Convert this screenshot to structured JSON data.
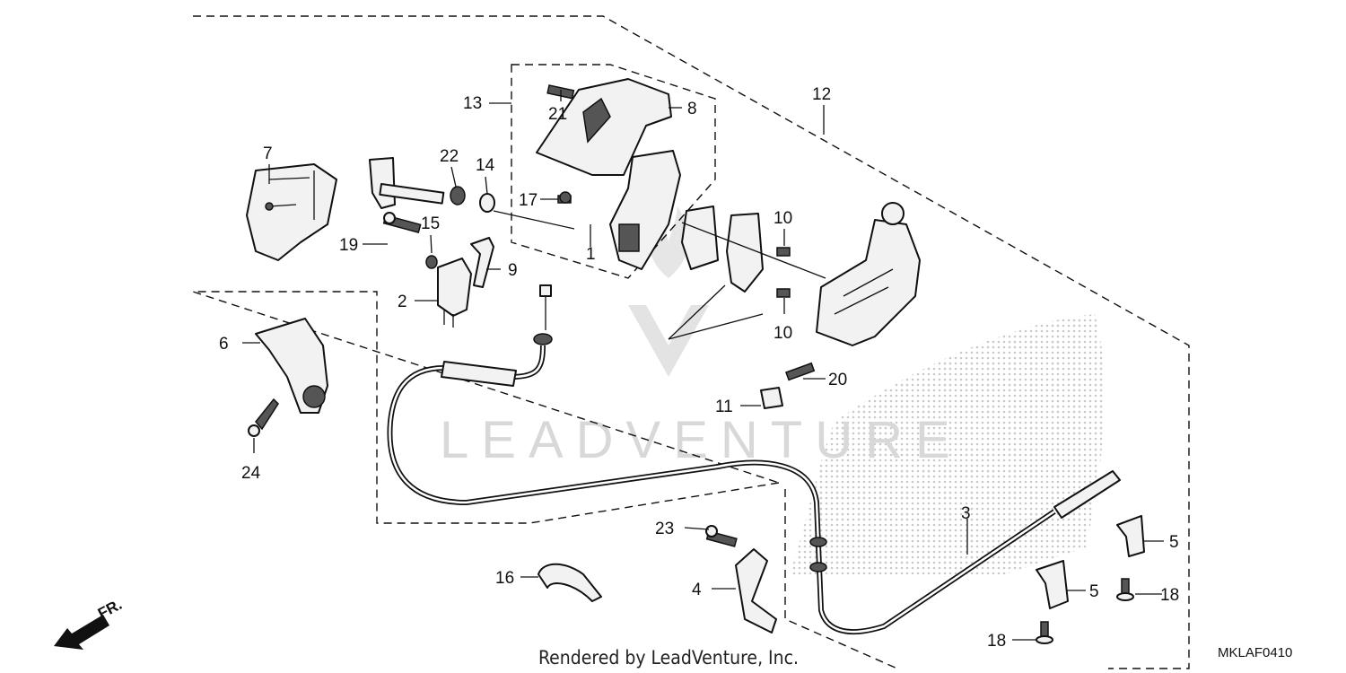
{
  "callouts": [
    {
      "id": "c1",
      "text": "1"
    },
    {
      "id": "c2",
      "text": "2"
    },
    {
      "id": "c3",
      "text": "3"
    },
    {
      "id": "c4",
      "text": "4"
    },
    {
      "id": "c5a",
      "text": "5"
    },
    {
      "id": "c5b",
      "text": "5"
    },
    {
      "id": "c6",
      "text": "6"
    },
    {
      "id": "c7",
      "text": "7"
    },
    {
      "id": "c8",
      "text": "8"
    },
    {
      "id": "c9",
      "text": "9"
    },
    {
      "id": "c10a",
      "text": "10"
    },
    {
      "id": "c10b",
      "text": "10"
    },
    {
      "id": "c11",
      "text": "11"
    },
    {
      "id": "c12",
      "text": "12"
    },
    {
      "id": "c13",
      "text": "13"
    },
    {
      "id": "c14",
      "text": "14"
    },
    {
      "id": "c15",
      "text": "15"
    },
    {
      "id": "c16",
      "text": "16"
    },
    {
      "id": "c17",
      "text": "17"
    },
    {
      "id": "c18a",
      "text": "18"
    },
    {
      "id": "c18b",
      "text": "18"
    },
    {
      "id": "c19",
      "text": "19"
    },
    {
      "id": "c20",
      "text": "20"
    },
    {
      "id": "c21",
      "text": "21"
    },
    {
      "id": "c22",
      "text": "22"
    },
    {
      "id": "c23",
      "text": "23"
    },
    {
      "id": "c24",
      "text": "24"
    }
  ],
  "footer": {
    "rendered_by": "Rendered by LeadVenture, Inc.",
    "diagram_code": "MKLAF0410"
  },
  "watermark": {
    "text": "LEADVENTURE"
  },
  "direction_marker": {
    "text": "FR."
  }
}
